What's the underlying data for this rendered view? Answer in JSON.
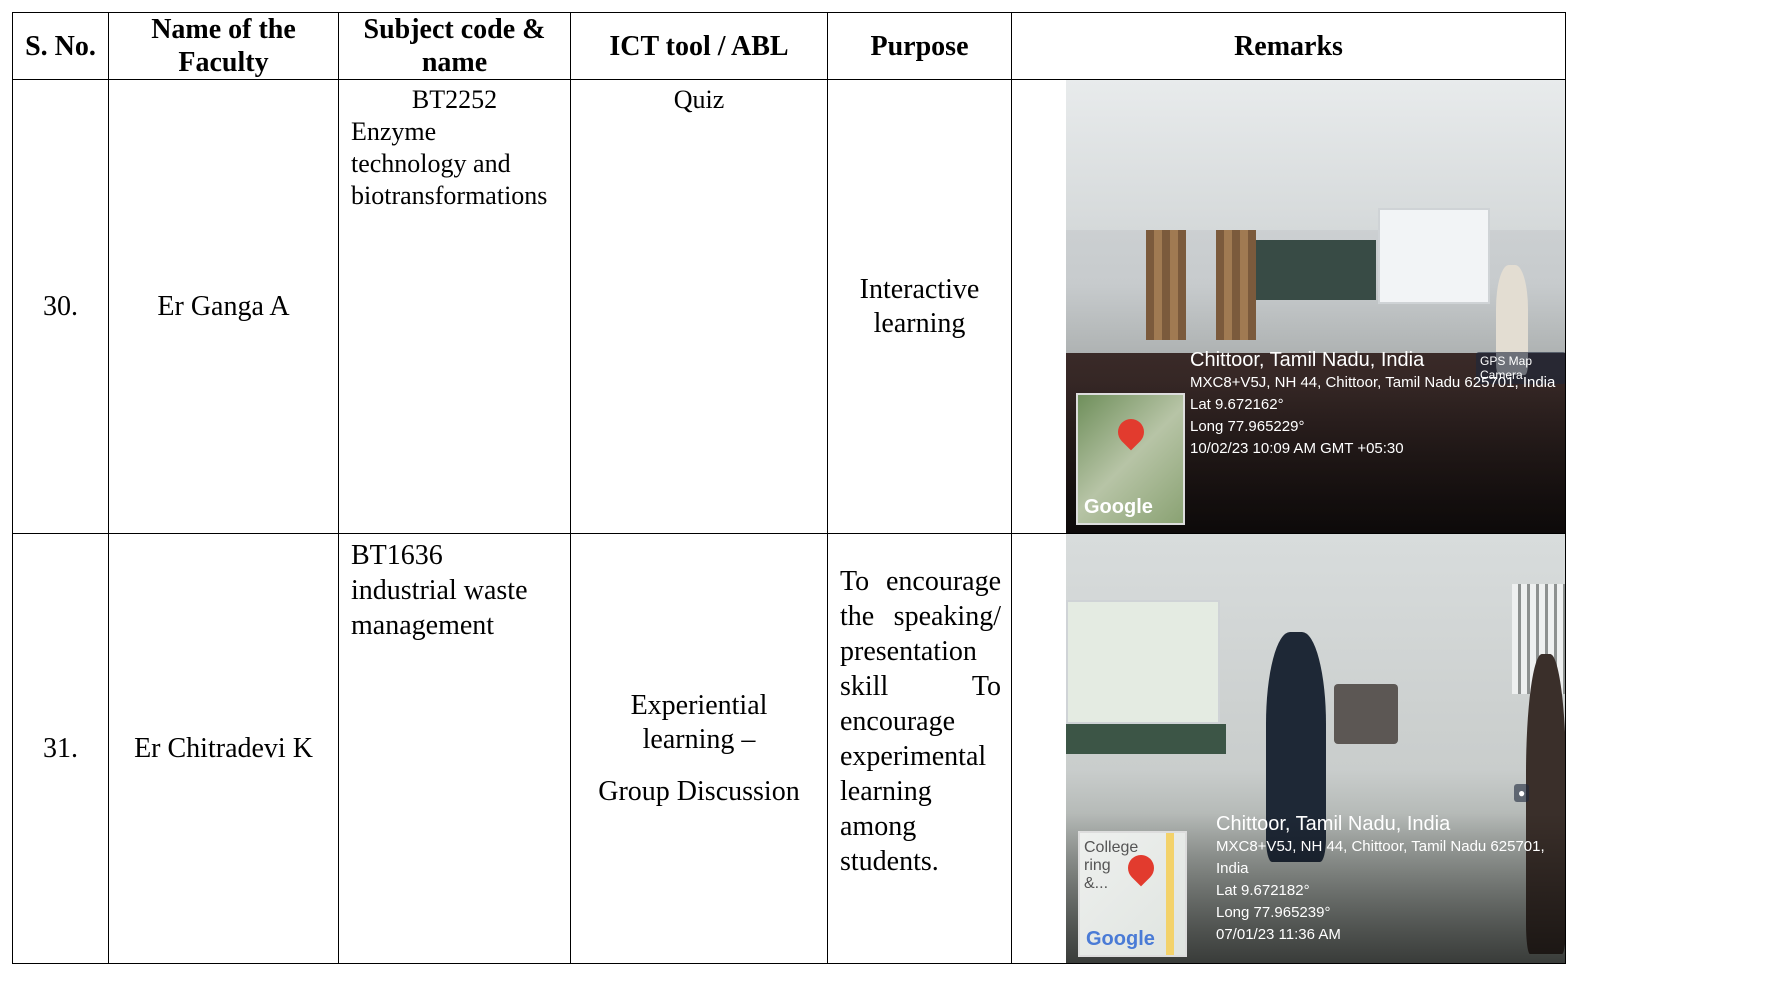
{
  "headers": {
    "sno": "S. No.",
    "faculty": "Name of the Faculty",
    "subject": "Subject code & name",
    "ict": "ICT tool / ABL",
    "purpose": "Purpose",
    "remarks": "Remarks"
  },
  "rows": [
    {
      "sno": "30.",
      "faculty": "Er Ganga A",
      "subject_code": "BT2252",
      "subject_name": "Enzyme technology and biotransformations",
      "ict": "Quiz",
      "purpose": "Interactive learning",
      "photo": {
        "badge": "GPS Map Camera",
        "place": "Chittoor, Tamil Nadu, India",
        "address": "MXC8+V5J, NH 44, Chittoor, Tamil Nadu 625701, India",
        "lat": "Lat 9.672162°",
        "long": "Long 77.965229°",
        "time": "10/02/23 10:09 AM GMT +05:30",
        "map_logo": "Google"
      }
    },
    {
      "sno": "31.",
      "faculty": "Er Chitradevi K",
      "subject_code": "BT1636",
      "subject_name": "industrial waste management",
      "ict_line1": "Experiential learning –",
      "ict_line2": "Group Discussion",
      "purpose": "To encourage the speaking/ presentation skill To encourage experimental learning among students.",
      "photo": {
        "place": "Chittoor, Tamil Nadu, India",
        "address": "MXC8+V5J, NH 44, Chittoor, Tamil Nadu 625701, India",
        "lat": "Lat 9.672182°",
        "long": "Long 77.965239°",
        "time": "07/01/23 11:36 AM",
        "map_logo": "Google",
        "map_label": "College ring &..."
      }
    }
  ]
}
